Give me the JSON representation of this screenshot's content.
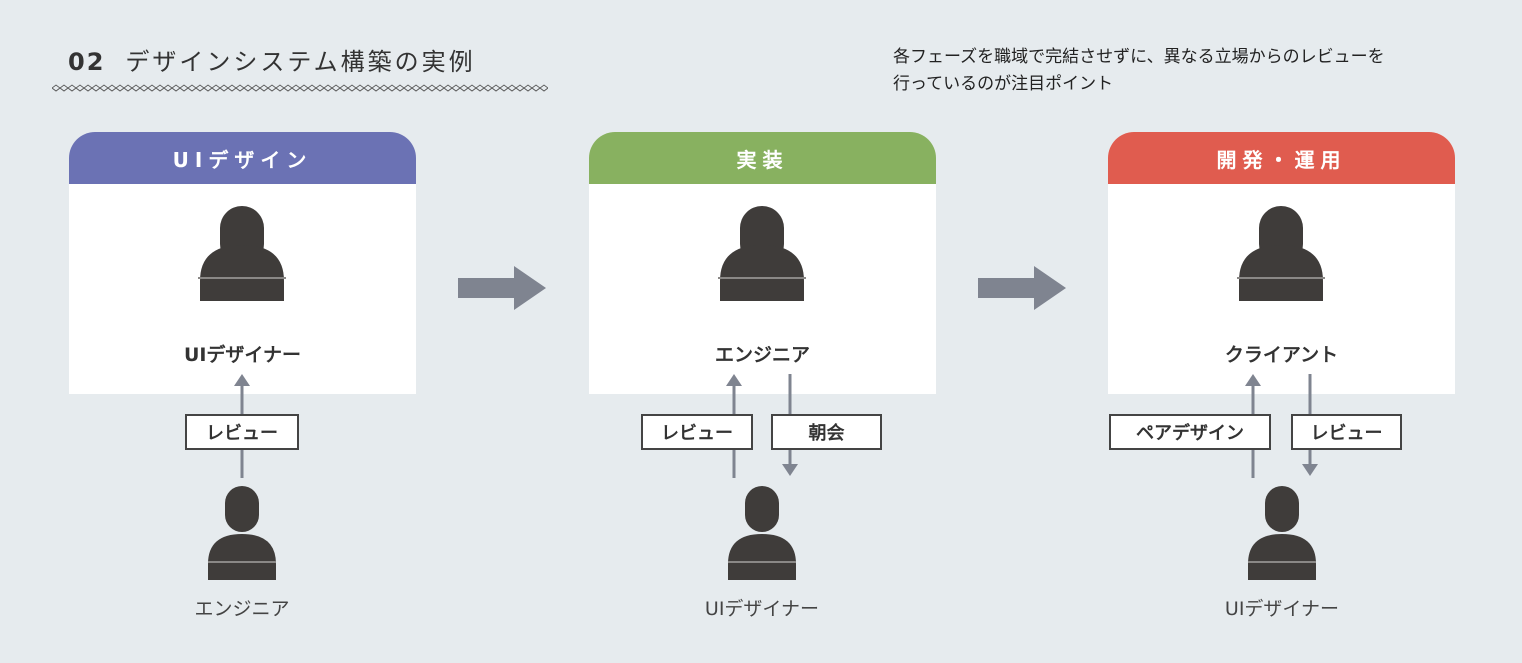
{
  "header": {
    "number": "02",
    "title": "デザインシステム構築の実例",
    "note_line1": "各フェーズを職域で完結させずに、異なる立場からのレビューを",
    "note_line2": "行っているのが注目ポイント"
  },
  "colors": {
    "background": "#e6ebee",
    "phase1": "#6b72b4",
    "phase2": "#88b160",
    "phase3": "#e05c4f",
    "person": "#3f3c3a",
    "arrow": "#7f8490"
  },
  "phases": [
    {
      "title": "UIデザイン",
      "role": "UIデザイナー",
      "tags": [
        "レビュー"
      ],
      "bottom_role": "エンジニア"
    },
    {
      "title": "実装",
      "role": "エンジニア",
      "tags": [
        "レビュー",
        "朝会"
      ],
      "bottom_role": "UIデザイナー"
    },
    {
      "title": "開発・運用",
      "role": "クライアント",
      "tags": [
        "ペアデザイン",
        "レビュー"
      ],
      "bottom_role": "UIデザイナー"
    }
  ]
}
